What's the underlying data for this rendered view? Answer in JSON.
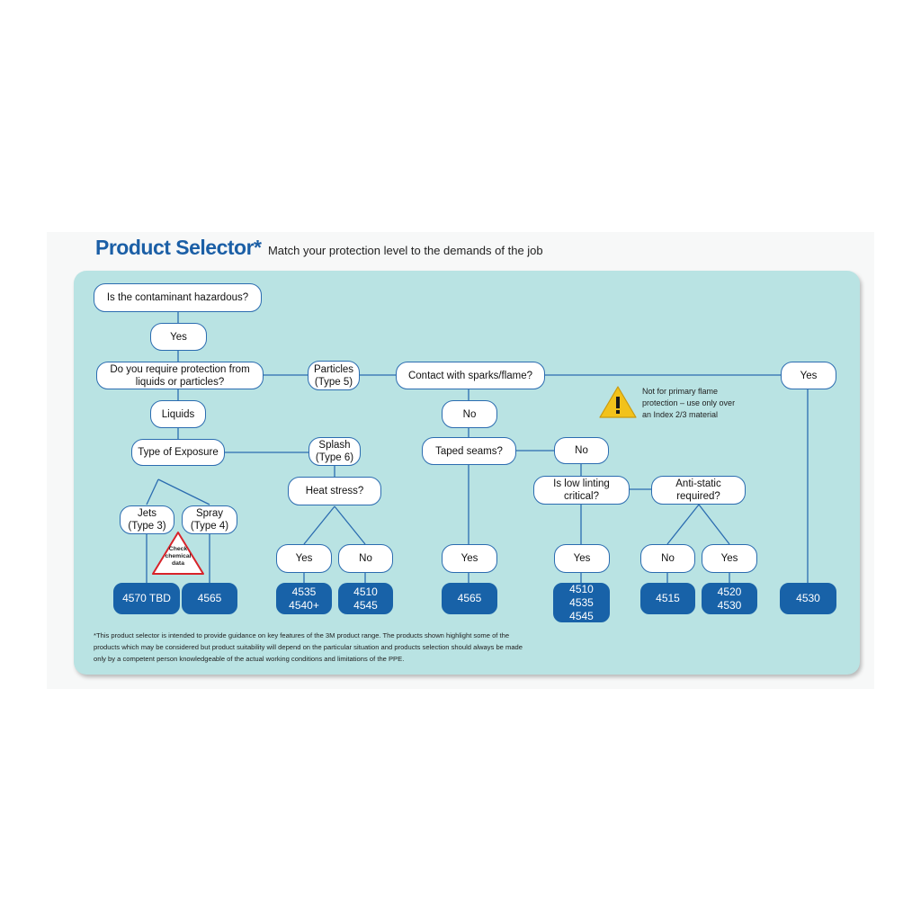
{
  "header": {
    "title": "Product Selector*",
    "subtitle": "Match your protection level to the demands of the job"
  },
  "nodes": {
    "q_hazardous": "Is the contaminant hazardous?",
    "yes_hazardous": "Yes",
    "q_liquids_particles": "Do you require protection from liquids or particles?",
    "particles": "Particles\n(Type 5)",
    "q_sparks": "Contact with sparks/flame?",
    "yes_sparks": "Yes",
    "liquids": "Liquids",
    "no_sparks": "No",
    "q_exposure": "Type of Exposure",
    "splash": "Splash\n(Type 6)",
    "q_taped": "Taped seams?",
    "no_taped": "No",
    "q_heat": "Heat stress?",
    "q_linting": "Is low linting\ncritical?",
    "q_antistatic": "Anti-static\nrequired?",
    "jets": "Jets\n(Type 3)",
    "spray": "Spray\n(Type 4)",
    "yes_heat": "Yes",
    "no_heat": "No",
    "yes_taped": "Yes",
    "yes_linting": "Yes",
    "no_antistatic": "No",
    "yes_antistatic": "Yes"
  },
  "products": {
    "p_jets": "4570 TBD",
    "p_spray": "4565",
    "p_heat_yes": "4535\n4540+",
    "p_heat_no": "4510\n4545",
    "p_taped_yes": "4565",
    "p_linting_yes": "4510\n4535\n4545",
    "p_antistatic_no": "4515",
    "p_antistatic_yes": "4520\n4530",
    "p_sparks_yes": "4530"
  },
  "warning": {
    "icon": "warning-triangle-icon",
    "text": "Not for primary flame\nprotection – use only over\nan Index 2/3 material"
  },
  "chemical_warning": {
    "icon": "caution-triangle-icon",
    "text": "Check\nchemical\ndata"
  },
  "footnote": "*This product selector is intended to provide guidance on key features of the 3M product range. The products shown highlight some of the products which may be considered but product suitability will depend on the particular situation and products selection should always be made only by a competent person knowledgeable of the actual working conditions and limitations of the PPE.",
  "colors": {
    "brand_blue": "#1862a8",
    "panel": "#b9e3e3",
    "warning_yellow": "#f2c21b",
    "caution_red": "#d8232a"
  }
}
